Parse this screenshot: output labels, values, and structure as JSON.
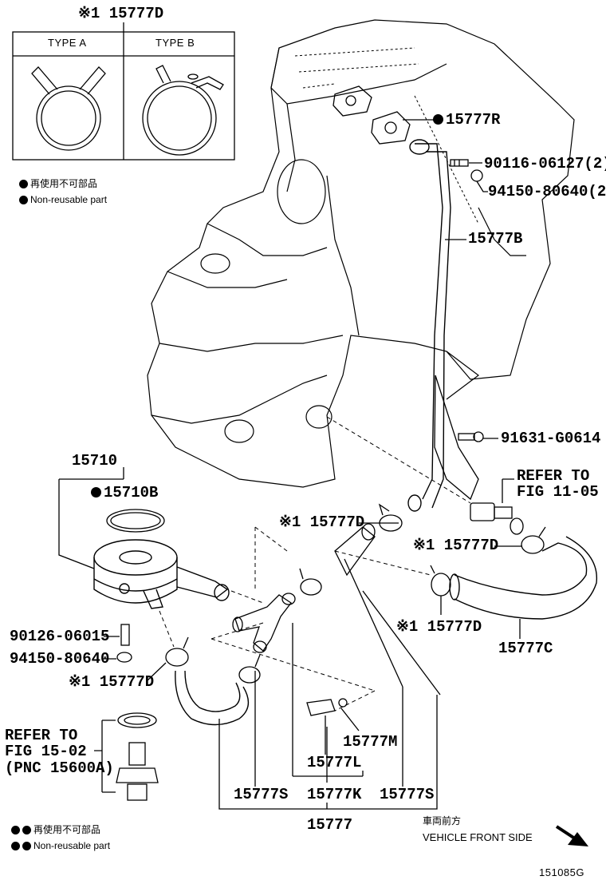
{
  "top_callout": "※1 15777D",
  "type_box": {
    "type_a": "TYPE A",
    "type_b": "TYPE B"
  },
  "legend_top": {
    "jp": "再使用不可部品",
    "en": "Non-reusable part"
  },
  "legend_bottom": {
    "jp": "再使用不可部品",
    "en": "Non-reusable part"
  },
  "labels": {
    "p15777R": "15777R",
    "p90116": "90116-06127(2)",
    "p94150a": "94150-80640(2)",
    "p15777B": "15777B",
    "p91631": "91631-G0614",
    "p15710": "15710",
    "p15710B": "15710B",
    "refer1105_a": "REFER TO",
    "refer1105_b": "FIG 11-05",
    "d1": "※1 15777D",
    "d2": "※1 15777D",
    "d3": "※1 15777D",
    "d4": "※1 15777D",
    "p15777C": "15777C",
    "p90126": "90126-06015",
    "p94150b": "94150-80640",
    "refer1502_a": "REFER TO",
    "refer1502_b": "FIG 15-02",
    "refer1502_c": "(PNC 15600A)",
    "p15777M": "15777M",
    "p15777L": "15777L",
    "p15777S_a": "15777S",
    "p15777K": "15777K",
    "p15777S_b": "15777S",
    "p15777": "15777",
    "front_jp": "車両前方",
    "front_en": "VEHICLE FRONT SIDE",
    "fig_id": "151085G"
  },
  "icons": [
    "non-reusable-dot-icon",
    "front-arrow-icon"
  ]
}
